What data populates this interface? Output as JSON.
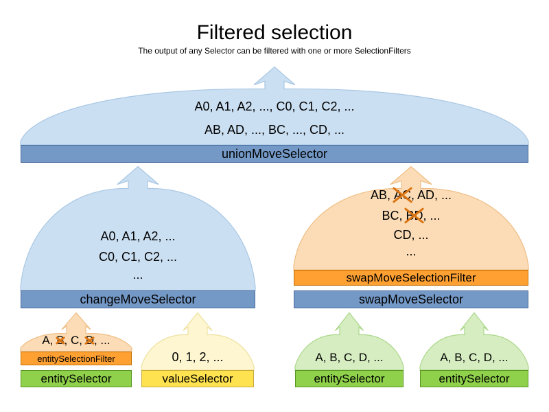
{
  "header": {
    "title": "Filtered selection",
    "subtitle": "The output of any Selector can be filtered with one or more SelectionFilters"
  },
  "union": {
    "line1": "A0, A1, A2, ..., C0, C1, C2, ...",
    "line2": "AB, AD, ..., BC, ..., CD, ...",
    "bar_label": "unionMoveSelector"
  },
  "change": {
    "line1": "A0, A1, A2, ...",
    "line2": "C0, C1, C2, ...",
    "line3": "...",
    "bar_label": "changeMoveSelector"
  },
  "swap": {
    "line1_parts": [
      {
        "text": "AB, "
      },
      {
        "text": "AC",
        "crossed": true
      },
      {
        "text": ", AD, ..."
      }
    ],
    "line2_parts": [
      {
        "text": "BC, "
      },
      {
        "text": "BD",
        "crossed": true
      },
      {
        "text": ", ..."
      }
    ],
    "line3": "CD, ...",
    "line4": "...",
    "filter_label": "swapMoveSelectionFilter",
    "bar_label": "swapMoveSelector"
  },
  "entity_filtered": {
    "line1_parts": [
      {
        "text": "A, "
      },
      {
        "text": "B",
        "crossed": true
      },
      {
        "text": ", C, "
      },
      {
        "text": "D",
        "crossed": true
      },
      {
        "text": ", ..."
      }
    ],
    "filter_label": "entitySelectionFilter",
    "bar_label": "entitySelector"
  },
  "value": {
    "line1": "0, 1, 2, ...",
    "bar_label": "valueSelector"
  },
  "entity_right1": {
    "line1": "A, B, C, D, ...",
    "bar_label": "entitySelector"
  },
  "entity_right2": {
    "line1": "A, B, C, D, ...",
    "bar_label": "entitySelector"
  },
  "colors": {
    "selector_bar_blue": "#7499c7",
    "funnel_blue": "#cbdff2",
    "filter_bar_orange": "#ffa033",
    "funnel_orange": "#fbdcb6",
    "selector_bar_green": "#8fd14a",
    "funnel_green": "#d6edc1",
    "selector_bar_yellow": "#ffe24f",
    "funnel_yellow": "#fdf6d0",
    "cross_mark": "#db7412"
  }
}
